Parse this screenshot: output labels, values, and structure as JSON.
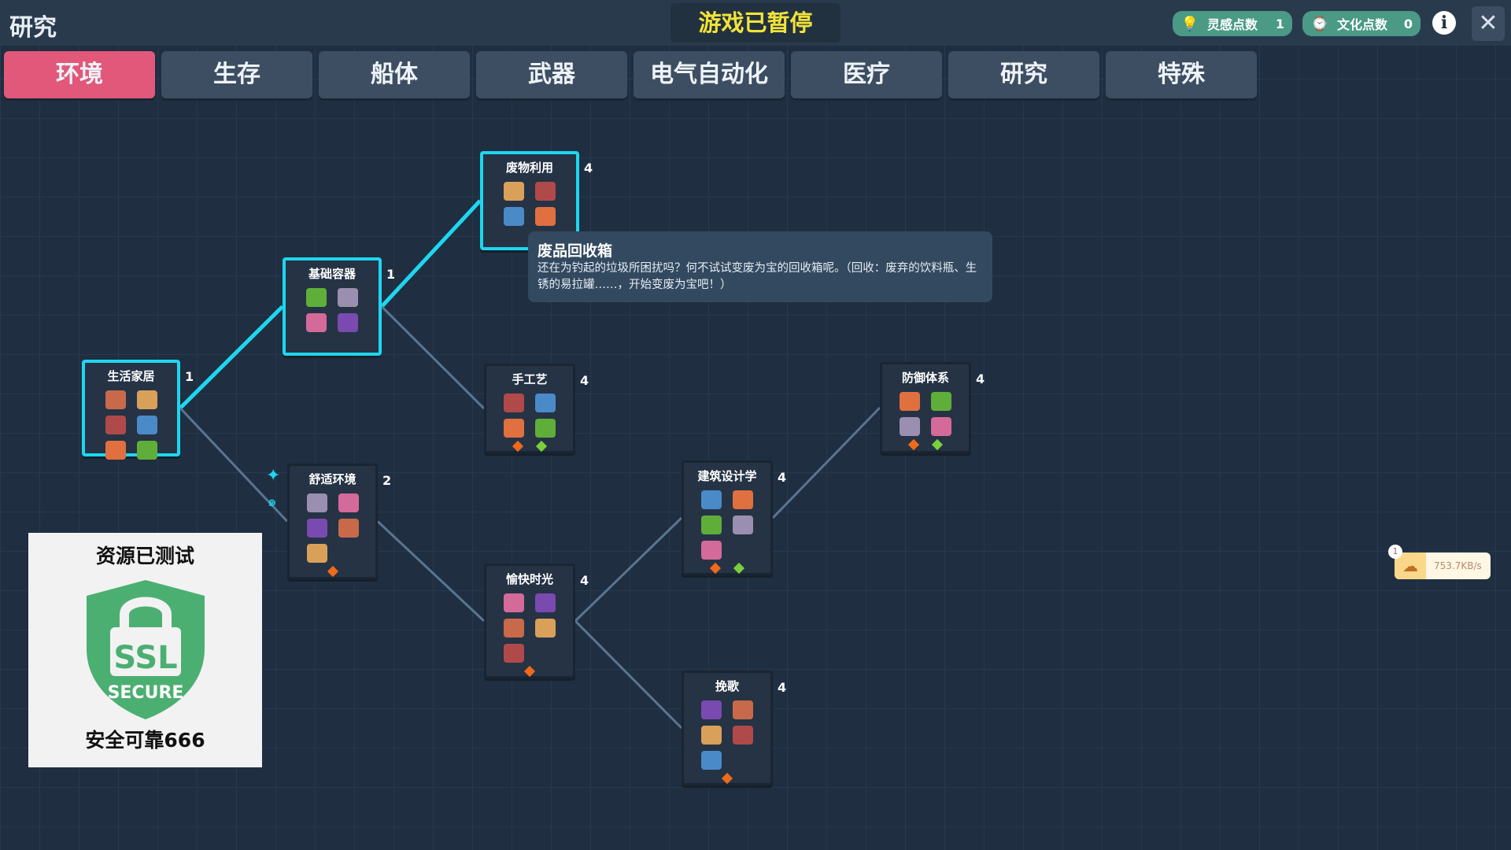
{
  "header": {
    "title": "研究",
    "paused": "游戏已暂停",
    "inspiration_label": "灵感点数",
    "inspiration_value": "1",
    "culture_label": "文化点数",
    "culture_value": "0",
    "info_icon": "info-icon",
    "close_icon": "close-icon"
  },
  "tabs": [
    {
      "label": "环境",
      "active": true
    },
    {
      "label": "生存"
    },
    {
      "label": "船体"
    },
    {
      "label": "武器"
    },
    {
      "label": "电气自动化"
    },
    {
      "label": "医疗"
    },
    {
      "label": "研究"
    },
    {
      "label": "特殊"
    }
  ],
  "nodes": [
    {
      "id": "home",
      "title": "生活家居",
      "count": "1",
      "selected": true
    },
    {
      "id": "container",
      "title": "基础容器",
      "count": "1",
      "selected": true
    },
    {
      "id": "recycle",
      "title": "废物利用",
      "count": "4",
      "selected": true
    },
    {
      "id": "comfort",
      "title": "舒适环境",
      "count": "2"
    },
    {
      "id": "craft",
      "title": "手工艺",
      "count": "4"
    },
    {
      "id": "fun",
      "title": "愉快时光",
      "count": "4"
    },
    {
      "id": "arch",
      "title": "建筑设计学",
      "count": "4"
    },
    {
      "id": "elegy",
      "title": "挽歌",
      "count": "4"
    },
    {
      "id": "defense",
      "title": "防御体系",
      "count": "4"
    }
  ],
  "tooltip": {
    "title": "废品回收箱",
    "body": "还在为钓起的垃圾所困扰吗？何不试试变废为宝的回收箱呢。（回收：废弃的饮料瓶、生锈的易拉罐……，开始变废为宝吧！）"
  },
  "badge": {
    "top": "资源已测试",
    "ssl": "SSL",
    "secure": "SECURE",
    "bottom": "安全可靠666"
  },
  "network": {
    "count": "1",
    "speed": "753.7KB/s"
  },
  "colors": {
    "accent": "#e2587a",
    "selected": "#1ed6f0",
    "pill": "#4a9a85",
    "paused": "#f2e33a"
  }
}
